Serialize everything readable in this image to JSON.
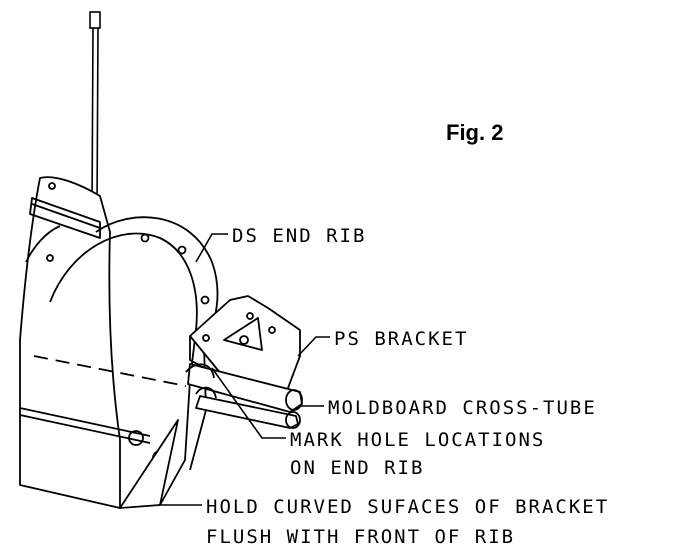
{
  "figure": {
    "title": "Fig. 2"
  },
  "callouts": {
    "ds_end_rib": "DS END RIB",
    "ps_bracket": "PS BRACKET",
    "moldboard_cross_tube": "MOLDBOARD CROSS-TUBE",
    "mark_hole_line1": "MARK HOLE LOCATIONS",
    "mark_hole_line2": "ON END RIB",
    "hold_curved_line1": "HOLD CURVED SUFACES OF BRACKET",
    "hold_curved_line2": "FLUSH WITH FRONT OF RIB"
  }
}
